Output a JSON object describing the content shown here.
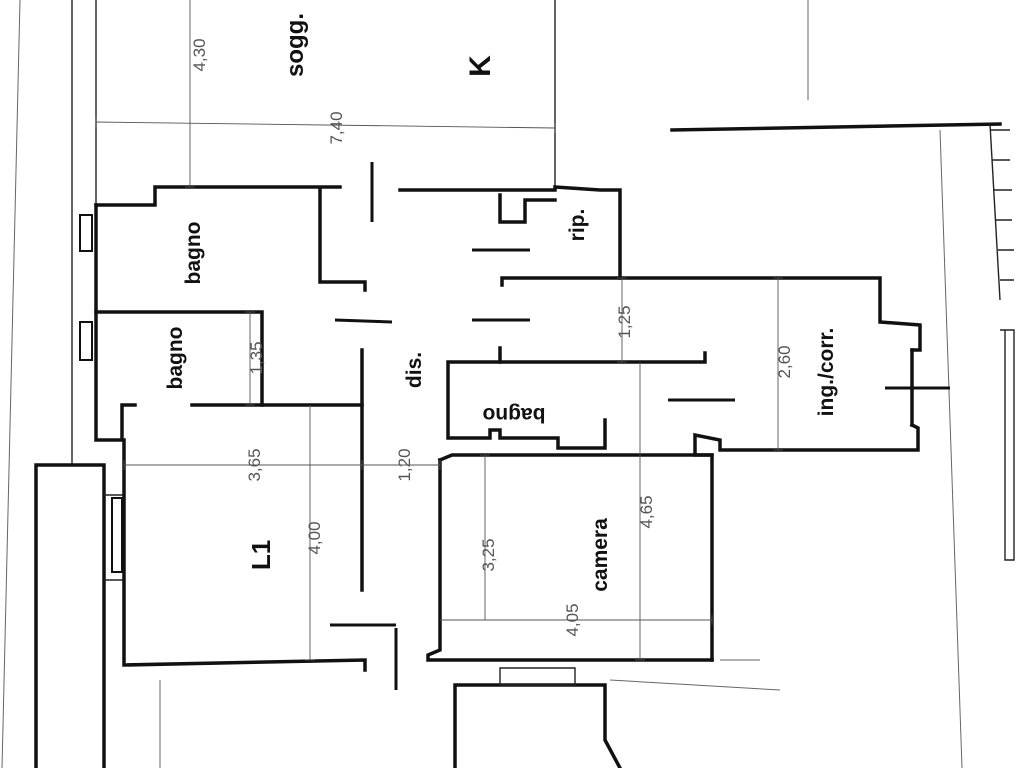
{
  "rooms": {
    "soggiorno": "sogg.",
    "kitchen": "K",
    "bagno_1": "bagno",
    "bagno_2": "bagno",
    "bagno_3": "bagno",
    "ripostiglio": "rip.",
    "disimpegno": "dis.",
    "ingresso": "ing./corr.",
    "camera": "camera",
    "letto_1": "L1"
  },
  "dimensions": {
    "sogg_depth": "4,30",
    "sogg_width": "7,40",
    "bagno2_depth": "1,35",
    "l1_width": "3,65",
    "dis_width": "1,20",
    "l1_depth": "4,00",
    "ripost_depth": "1,25",
    "ingresso_depth": "2,60",
    "camera_depth": "4,65",
    "camera_inner": "3,25",
    "camera_width": "4,05"
  }
}
